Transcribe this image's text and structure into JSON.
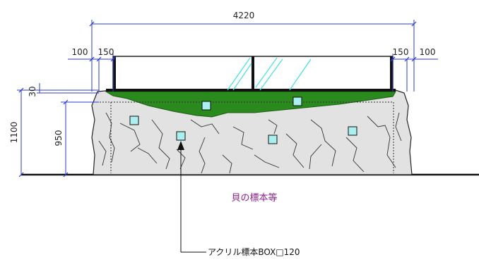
{
  "dimensions": {
    "total_width": "4220",
    "left_outer": "100",
    "left_inner": "150",
    "right_inner": "150",
    "right_outer": "100",
    "cap_height": "30",
    "total_height": "1100",
    "rock_height": "950"
  },
  "labels": {
    "display_content": "貝の標本等",
    "specimen_box": "アクリル標本BOX□120"
  },
  "colors": {
    "dimension_line": "#2b3bd6",
    "grass": "#2b8a1e",
    "rock_fill": "#e2e2e2",
    "glass": "#3fe0e0",
    "specimen_box": "#aaf0f0",
    "label_purple": "#8c1f8c"
  }
}
